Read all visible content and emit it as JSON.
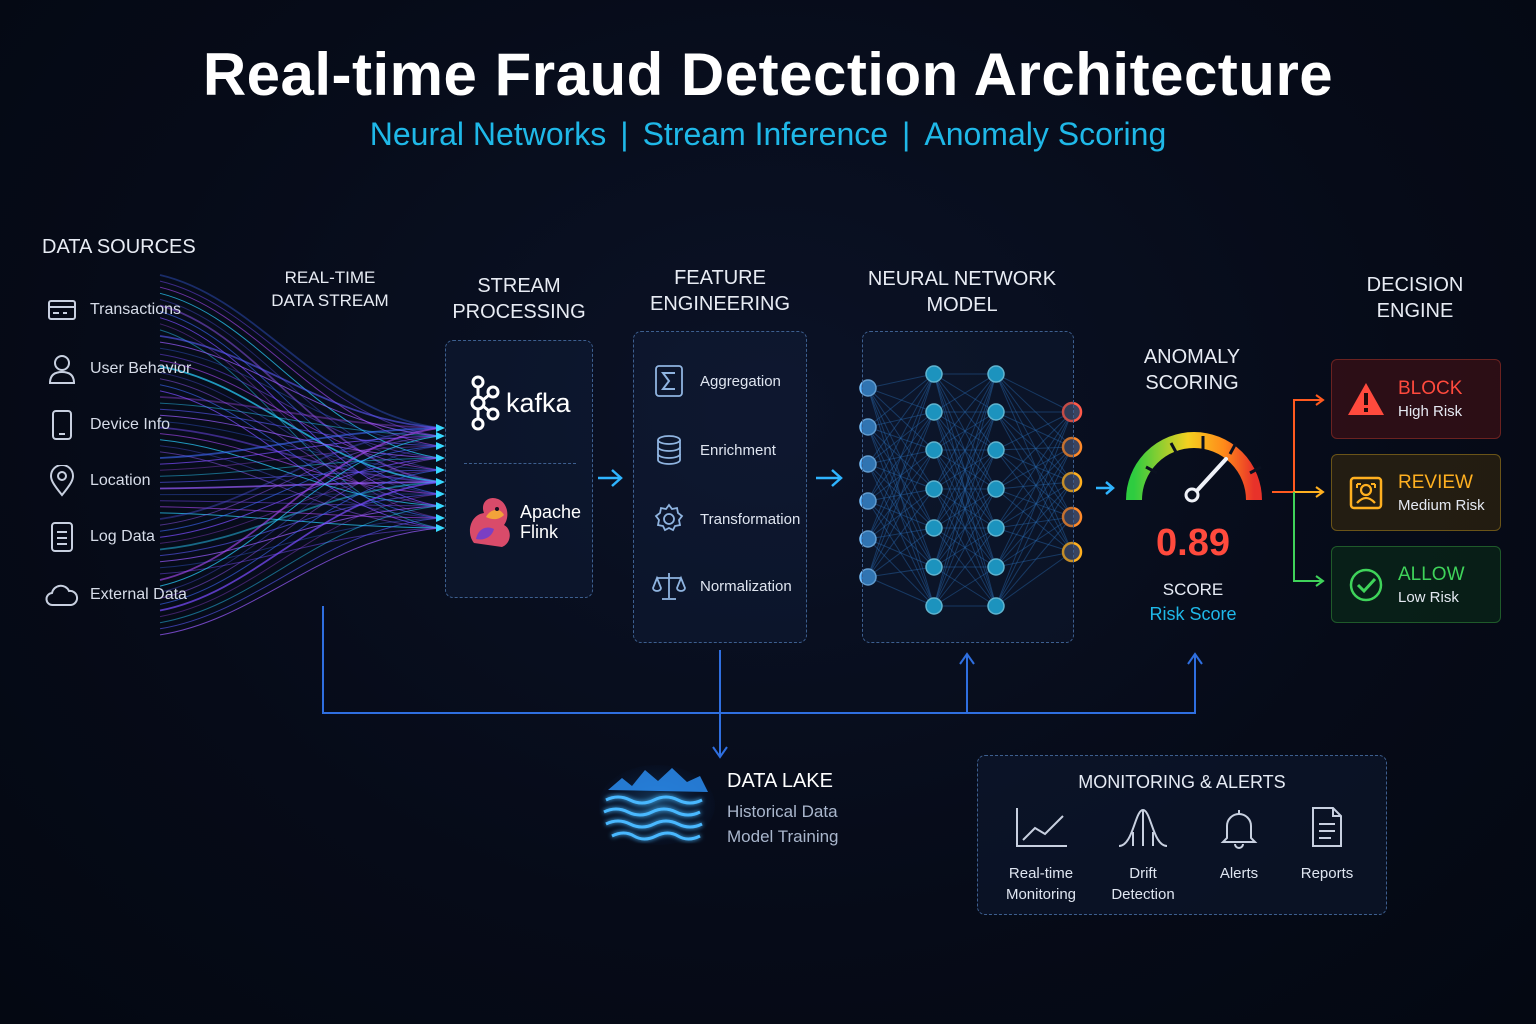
{
  "header": {
    "title": "Real-time Fraud Detection Architecture",
    "subtitle_parts": [
      "Neural Networks",
      "Stream Inference",
      "Anomaly Scoring"
    ],
    "separator": "|"
  },
  "data_sources": {
    "heading": "DATA SOURCES",
    "items": [
      {
        "label": "Transactions",
        "icon": "credit-card-icon"
      },
      {
        "label": "User Behavior",
        "icon": "user-icon"
      },
      {
        "label": "Device Info",
        "icon": "smartphone-icon"
      },
      {
        "label": "Location",
        "icon": "location-pin-icon"
      },
      {
        "label": "Log Data",
        "icon": "document-icon"
      },
      {
        "label": "External Data",
        "icon": "cloud-icon"
      }
    ]
  },
  "data_stream": {
    "heading_line1": "REAL-TIME",
    "heading_line2": "DATA STREAM"
  },
  "stream_processing": {
    "heading_line1": "STREAM",
    "heading_line2": "PROCESSING",
    "kafka_label": "kafka",
    "flink_line1": "Apache",
    "flink_line2": "Flink"
  },
  "feature_engineering": {
    "heading_line1": "FEATURE",
    "heading_line2": "ENGINEERING",
    "items": [
      {
        "label": "Aggregation",
        "icon": "sigma-icon"
      },
      {
        "label": "Enrichment",
        "icon": "database-icon"
      },
      {
        "label": "Transformation",
        "icon": "gear-icon"
      },
      {
        "label": "Normalization",
        "icon": "scale-icon"
      }
    ]
  },
  "neural_network": {
    "heading_line1": "NEURAL NETWORK",
    "heading_line2": "MODEL"
  },
  "anomaly_scoring": {
    "heading_line1": "ANOMALY",
    "heading_line2": "SCORING",
    "score": "0.89",
    "score_label": "SCORE",
    "score_caption": "Risk Score"
  },
  "decision_engine": {
    "heading_line1": "DECISION",
    "heading_line2": "ENGINE",
    "decisions": [
      {
        "title": "BLOCK",
        "subtitle": "High Risk",
        "color": "#ff4a3d",
        "icon": "warning-icon"
      },
      {
        "title": "REVIEW",
        "subtitle": "Medium Risk",
        "color": "#ffb020",
        "icon": "review-icon"
      },
      {
        "title": "ALLOW",
        "subtitle": "Low Risk",
        "color": "#3fd35a",
        "icon": "check-circle-icon"
      }
    ]
  },
  "data_lake": {
    "title": "DATA LAKE",
    "line1": "Historical Data",
    "line2": "Model Training"
  },
  "monitoring": {
    "heading": "MONITORING & ALERTS",
    "items": [
      {
        "line1": "Real-time",
        "line2": "Monitoring",
        "icon": "line-chart-icon"
      },
      {
        "line1": "Drift",
        "line2": "Detection",
        "icon": "bell-curve-icon"
      },
      {
        "line1": "Alerts",
        "line2": "",
        "icon": "bell-icon"
      },
      {
        "line1": "Reports",
        "line2": "",
        "icon": "report-icon"
      }
    ]
  },
  "colors": {
    "accent": "#1fb8e8",
    "block": "#ff4a3d",
    "review": "#ffb020",
    "allow": "#3fd35a",
    "score": "#ff4a3d"
  }
}
